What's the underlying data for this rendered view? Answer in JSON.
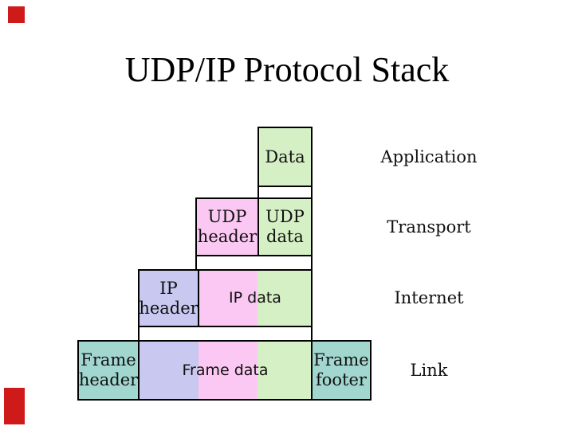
{
  "title": "UDP/IP Protocol Stack",
  "boxes": {
    "data": "Data",
    "udp_header": "UDP\nheader",
    "udp_data": "UDP\ndata",
    "ip_header": "IP\nheader",
    "ip_data": "IP data",
    "frame_header": "Frame\nheader",
    "frame_data": "Frame data",
    "frame_footer": "Frame\nfooter"
  },
  "layers": {
    "application": "Application",
    "transport": "Transport",
    "internet": "Internet",
    "link": "Link"
  },
  "colors": {
    "data_green": "#d6f0c6",
    "header_pink": "#fac8f2",
    "ip_lavender": "#c8c8f0",
    "frame_teal": "#a2d7d0",
    "border_black": "#000000",
    "decor_red": "#cf1a1a"
  }
}
